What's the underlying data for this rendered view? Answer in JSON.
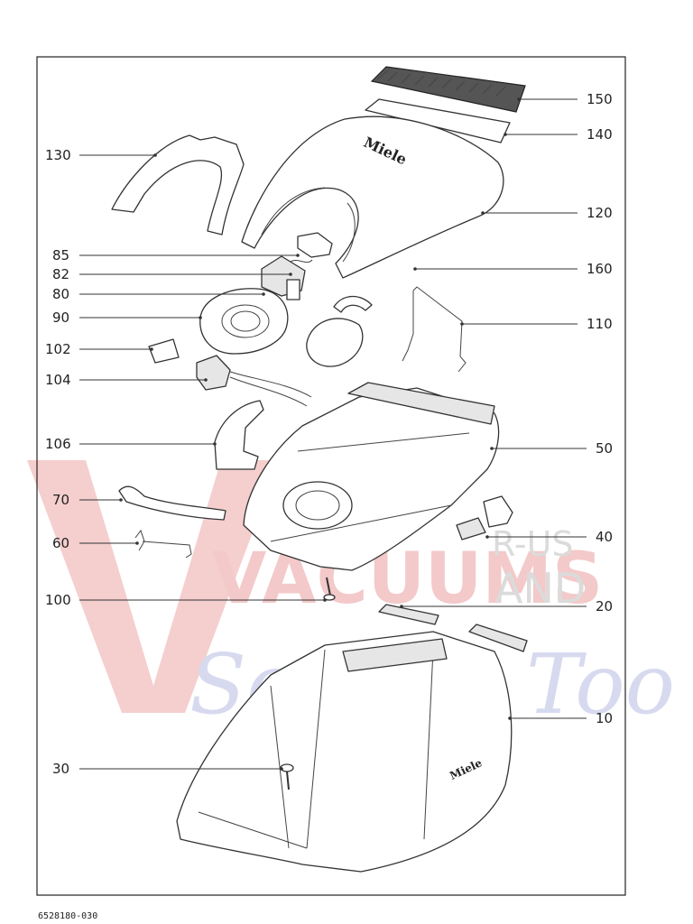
{
  "document_number": "6528180-030",
  "brand_marks": {
    "hood_logo": "Miele",
    "body_logo": "Miele"
  },
  "watermark": {
    "words": [
      "VACUUMS",
      "R-US",
      "AND",
      "Sewing Too"
    ],
    "colors": {
      "red": "#f2c4c4",
      "gray": "#d6d6d6",
      "blue": "#cfd2ea"
    }
  },
  "callouts": [
    {
      "id": "c150",
      "label": "150"
    },
    {
      "id": "c140",
      "label": "140"
    },
    {
      "id": "c130",
      "label": "130"
    },
    {
      "id": "c120",
      "label": "120"
    },
    {
      "id": "c85",
      "label": "85"
    },
    {
      "id": "c82",
      "label": "82"
    },
    {
      "id": "c80",
      "label": "80"
    },
    {
      "id": "c160",
      "label": "160"
    },
    {
      "id": "c90",
      "label": "90"
    },
    {
      "id": "c110",
      "label": "110"
    },
    {
      "id": "c102",
      "label": "102"
    },
    {
      "id": "c104",
      "label": "104"
    },
    {
      "id": "c106",
      "label": "106"
    },
    {
      "id": "c50",
      "label": "50"
    },
    {
      "id": "c70",
      "label": "70"
    },
    {
      "id": "c40",
      "label": "40"
    },
    {
      "id": "c60",
      "label": "60"
    },
    {
      "id": "c100",
      "label": "100"
    },
    {
      "id": "c20",
      "label": "20"
    },
    {
      "id": "c10",
      "label": "10"
    },
    {
      "id": "c30",
      "label": "30"
    }
  ]
}
